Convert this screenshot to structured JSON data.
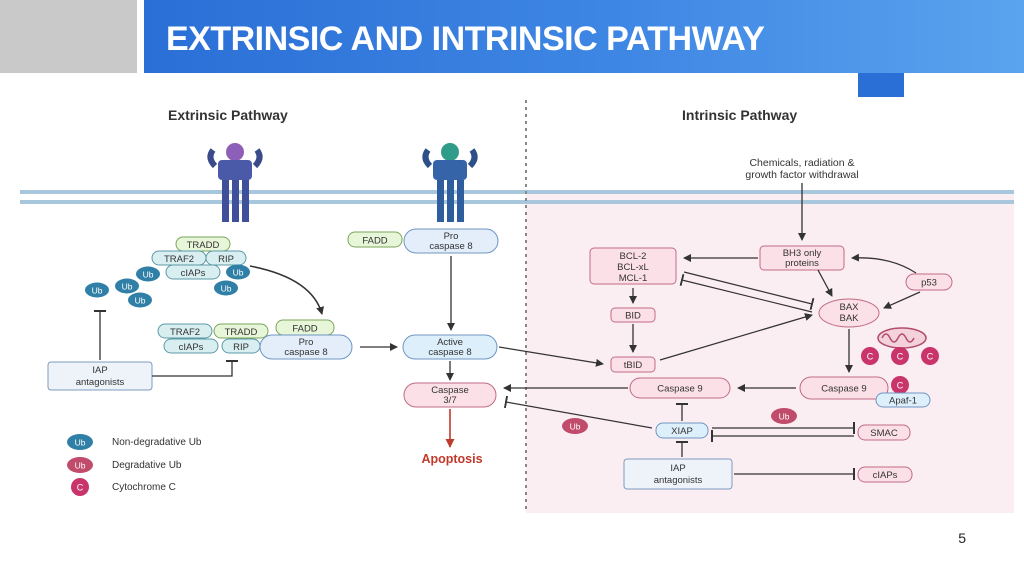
{
  "slide": {
    "title": "EXTRINSIC AND INTRINSIC PATHWAY",
    "page_number": "5"
  },
  "diagram": {
    "extrinsic_title": "Extrinsic Pathway",
    "intrinsic_title": "Intrinsic Pathway",
    "triggers": {
      "line1": "Chemicals, radiation &",
      "line2": "growth factor withdrawal"
    },
    "nodes": {
      "tradd": "TRADD",
      "traf2": "TRAF2",
      "rip": "RIP",
      "ciaps": "cIAPs",
      "ub": "Ub",
      "iap_antagonists_1": "IAP",
      "iap_antagonists_2": "antagonists",
      "traf2_b": "TRAF2",
      "tradd_b": "TRADD",
      "ciaps_b": "cIAPs",
      "rip_b": "RIP",
      "fadd": "FADD",
      "pro_caspase8_1": "Pro",
      "pro_caspase8_2": "caspase 8",
      "fadd_top": "FADD",
      "active_caspase8_1": "Active",
      "active_caspase8_2": "caspase 8",
      "caspase37_1": "Caspase",
      "caspase37_2": "3/7",
      "apoptosis": "Apoptosis",
      "bcl2": "BCL-2",
      "bclxl": "BCL-xL",
      "mcl1": "MCL-1",
      "bh3_1": "BH3 only",
      "bh3_2": "proteins",
      "p53": "p53",
      "bax": "BAX",
      "bak": "BAK",
      "bid": "BID",
      "tbid": "tBID",
      "caspase9": "Caspase 9",
      "caspase9_b": "Caspase 9",
      "apaf1": "Apaf-1",
      "c": "C",
      "xiap": "XIAP",
      "smac": "SMAC",
      "ciaps_c": "cIAPs",
      "iap2_1": "IAP",
      "iap2_2": "antagonists"
    },
    "legend": {
      "non_degradative": "Non-degradative Ub",
      "degradative": "Degradative Ub",
      "cytochrome": "Cytochrome C"
    },
    "colors": {
      "ub_blue": "#2f7fa6",
      "ub_red": "#c04b6b",
      "cyt_red": "#c9346a",
      "membrane": "#a9c7dc",
      "intrinsic_bg": "#fbeef3",
      "apoptosis": "#c0392b"
    }
  }
}
